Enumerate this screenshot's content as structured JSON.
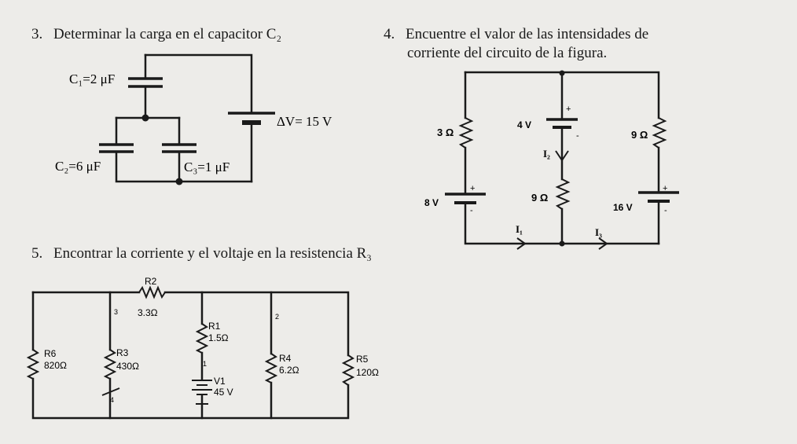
{
  "problems": {
    "p3": {
      "number": "3.",
      "text": "Determinar la carga en el capacitor C₂"
    },
    "p4": {
      "number": "4.",
      "line1": "Encuentre el valor de las intensidades de",
      "line2": "corriente del circuito de la figura."
    },
    "p5": {
      "number": "5.",
      "text": "Encontrar la corriente y el voltaje en la resistencia R₃"
    }
  },
  "circuit3": {
    "c1": "C₁=2 μF",
    "c2": "C₂=6 μF",
    "c3": "C₃=1 μF",
    "source": "ΔV= 15 V"
  },
  "circuit4": {
    "r_left": "3 Ω",
    "r_mid": "9 Ω",
    "r_right": "9 Ω",
    "v_top": "4 V",
    "v_left": "8 V",
    "v_right": "16 V",
    "i1": "I₁",
    "i2": "I₂",
    "i3": "I₃",
    "plus": "+",
    "minus": "-"
  },
  "circuit5": {
    "r2_name": "R2",
    "r2_val": "3.3Ω",
    "r1_name": "R1",
    "r1_val": "1.5Ω",
    "r6_name": "R6",
    "r6_val": "820Ω",
    "r3_name": "R3",
    "r3_val": "430Ω",
    "r4_name": "R4",
    "r4_val": "6.2Ω",
    "r5_name": "R5",
    "r5_val": "120Ω",
    "v1_name": "V1",
    "v1_val": "45 V",
    "node1": "1",
    "node2": "2",
    "node3": "3",
    "node4": "4"
  }
}
